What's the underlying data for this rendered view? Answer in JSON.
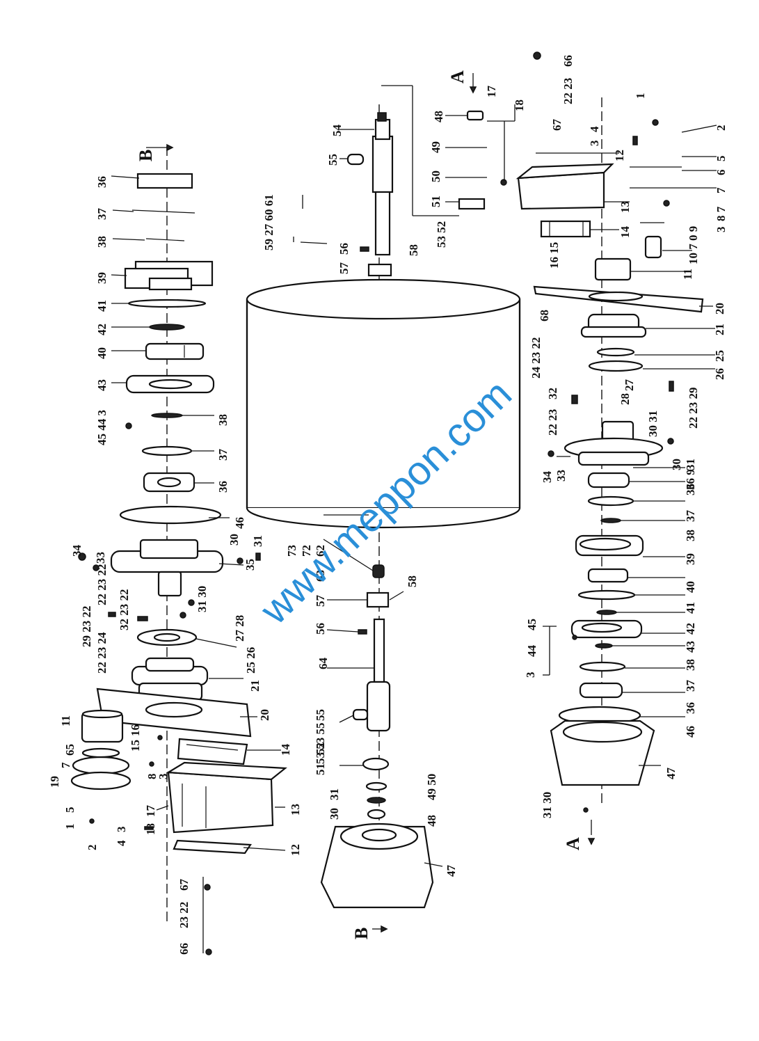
{
  "watermark": "www.meppon.com",
  "section_labels": {
    "a_top": "A",
    "a_bottom": "A",
    "b_top": "B",
    "b_bottom": "B"
  },
  "labels": {
    "left": [
      "36",
      "37",
      "38",
      "39",
      "41",
      "42",
      "40",
      "43",
      "45 44 3",
      "38",
      "37",
      "36",
      "46",
      "34",
      "33",
      "30",
      "31",
      "35",
      "22 23 22",
      "31 30",
      "29 23 22",
      "32 23 22",
      "22 23 24",
      "27 28",
      "25 26",
      "21",
      "20",
      "11",
      "16",
      "15",
      "65",
      "14",
      "19",
      "7",
      "8",
      "3",
      "17",
      "18",
      "13",
      "12",
      "5",
      "1",
      "2",
      "3",
      "4",
      "67",
      "23 22",
      "66"
    ],
    "middle": [
      "59 27 60 61",
      "55",
      "54",
      "53 52",
      "56",
      "57",
      "58",
      "73",
      "72",
      "62",
      "63",
      "57",
      "58",
      "56",
      "64",
      "55",
      "53 53 55",
      "52",
      "51",
      "49 50",
      "30",
      "31",
      "48",
      "47"
    ],
    "right_top": [
      "66",
      "22 23",
      "67",
      "48",
      "17",
      "18",
      "49",
      "50",
      "51",
      "3",
      "4",
      "12",
      "1",
      "2",
      "5",
      "6",
      "7",
      "13",
      "8 7",
      "3",
      "10 7 0 9",
      "14",
      "16 15",
      "11",
      "20",
      "68",
      "21"
    ],
    "right_bottom": [
      "24 23 22",
      "25",
      "26",
      "27",
      "28",
      "32",
      "22 23 29",
      "22 23",
      "30 31",
      "34",
      "33",
      "30",
      "31",
      "36 9",
      "36",
      "37",
      "38",
      "39",
      "40",
      "41",
      "42",
      "43",
      "38",
      "3",
      "44",
      "45",
      "37",
      "36",
      "46",
      "47",
      "31 30"
    ]
  }
}
